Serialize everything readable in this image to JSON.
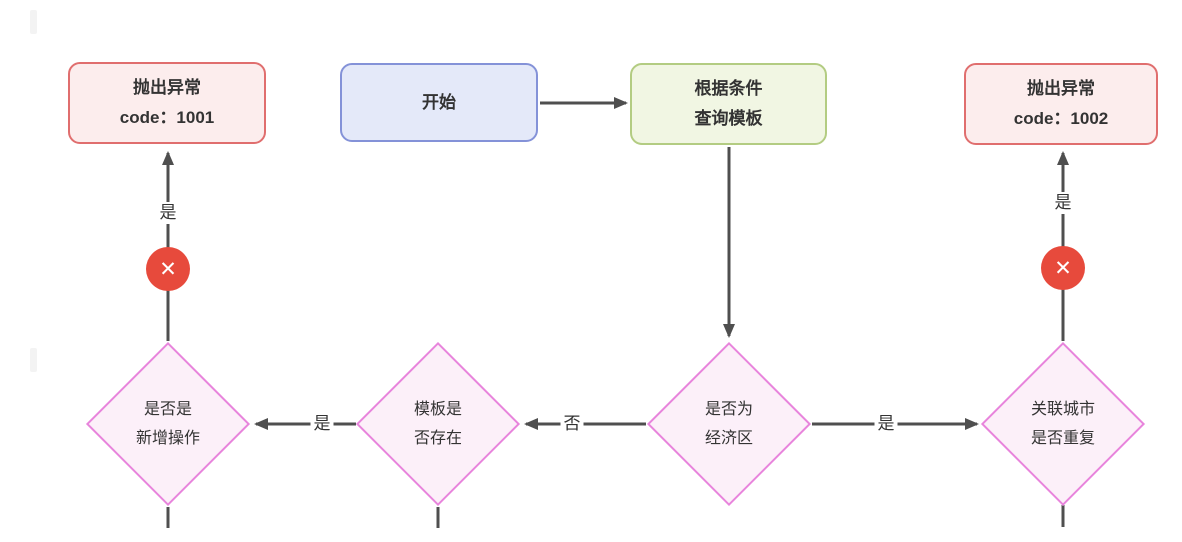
{
  "diagram": {
    "nodes": {
      "exception1": {
        "line1": "抛出异常",
        "line2": "code：1001"
      },
      "start": {
        "label": "开始"
      },
      "query": {
        "line1": "根据条件",
        "line2": "查询模板"
      },
      "exception2": {
        "line1": "抛出异常",
        "line2": "code：1002"
      },
      "is_new_op": {
        "line1": "是否是",
        "line2": "新增操作"
      },
      "tpl_exists": {
        "line1": "模板是",
        "line2": "否存在"
      },
      "is_econ_zone": {
        "line1": "是否为",
        "line2": "经济区"
      },
      "city_dup": {
        "line1": "关联城市",
        "line2": "是否重复"
      }
    },
    "edge_labels": {
      "is_new_op_to_exception1": "是",
      "tpl_exists_to_is_new_op": "是",
      "is_econ_zone_to_tpl_exists": "否",
      "is_econ_zone_to_city_dup": "是",
      "city_dup_to_exception2": "是"
    },
    "icons": {
      "error_badge": "✕"
    },
    "colors": {
      "exception_border": "#E06E6E",
      "exception_fill": "#FCEDED",
      "start_border": "#8492D8",
      "start_fill": "#E4E9F9",
      "process_border": "#B3CC82",
      "process_fill": "#F1F6E3",
      "decision_border": "#E884DC",
      "decision_fill": "#FCF0F9",
      "connector": "#4F4F4F",
      "error_badge_bg": "#E74A3C",
      "text": "#333333"
    }
  }
}
